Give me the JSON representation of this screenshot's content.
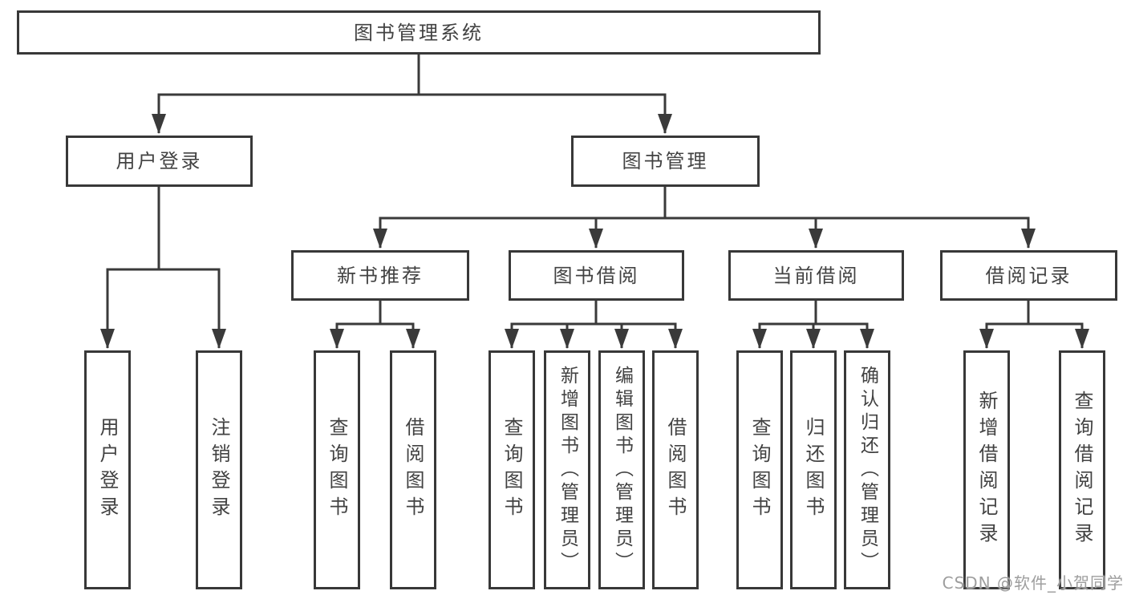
{
  "diagram_title": "图书管理系统",
  "nodes": {
    "root": {
      "label": "图书管理系统"
    },
    "user_login": {
      "label": "用户登录"
    },
    "book_mgmt": {
      "label": "图书管理"
    },
    "new_book_rec": {
      "label": "新书推荐"
    },
    "book_borrow": {
      "label": "图书借阅"
    },
    "current_borrow": {
      "label": "当前借阅"
    },
    "borrow_records": {
      "label": "借阅记录"
    },
    "leaf_user_login": {
      "label": "用户登录"
    },
    "leaf_logout": {
      "label": "注销登录"
    },
    "leaf_query_book_1": {
      "label": "查询图书"
    },
    "leaf_borrow_book_1": {
      "label": "借阅图书"
    },
    "leaf_query_book_2": {
      "label": "查询图书"
    },
    "leaf_add_book": {
      "label": "新增图书（管理员）"
    },
    "leaf_edit_book": {
      "label": "编辑图书（管理员）"
    },
    "leaf_borrow_book_2": {
      "label": "借阅图书"
    },
    "leaf_query_book_3": {
      "label": "查询图书"
    },
    "leaf_return_book": {
      "label": "归还图书"
    },
    "leaf_confirm_return": {
      "label": "确认归还（管理员）"
    },
    "leaf_add_record": {
      "label": "新增借阅记录"
    },
    "leaf_query_record": {
      "label": "查询借阅记录"
    }
  },
  "tree": {
    "label": "图书管理系统",
    "children": [
      {
        "label": "用户登录",
        "children": [
          {
            "label": "用户登录"
          },
          {
            "label": "注销登录"
          }
        ]
      },
      {
        "label": "图书管理",
        "children": [
          {
            "label": "新书推荐",
            "children": [
              {
                "label": "查询图书"
              },
              {
                "label": "借阅图书"
              }
            ]
          },
          {
            "label": "图书借阅",
            "children": [
              {
                "label": "查询图书"
              },
              {
                "label": "新增图书（管理员）"
              },
              {
                "label": "编辑图书（管理员）"
              },
              {
                "label": "借阅图书"
              }
            ]
          },
          {
            "label": "当前借阅",
            "children": [
              {
                "label": "查询图书"
              },
              {
                "label": "归还图书"
              },
              {
                "label": "确认归还（管理员）"
              }
            ]
          },
          {
            "label": "借阅记录",
            "children": [
              {
                "label": "新增借阅记录"
              },
              {
                "label": "查询借阅记录"
              }
            ]
          }
        ]
      }
    ]
  },
  "watermark": "CSDN @软件_小贺同学",
  "colors": {
    "background": "#ffffff",
    "line": "#3a3a3a",
    "box_border": "#383838",
    "text": "#424242",
    "watermark": "#9e9e9e"
  }
}
